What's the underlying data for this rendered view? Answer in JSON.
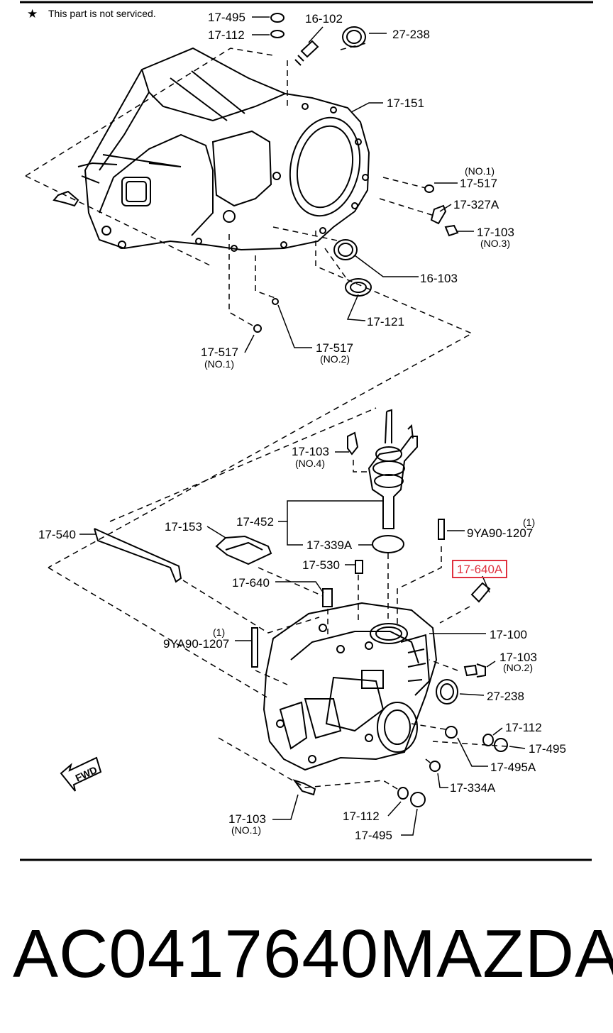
{
  "note": {
    "star": "★",
    "text": "This part is not serviced."
  },
  "callouts": {
    "p17_495_top": "17-495",
    "p17_112_top": "17-112",
    "p16_102": "16-102",
    "p27_238_top": "27-238",
    "p17_151": "17-151",
    "p17_517_no1_right": "17-517",
    "no1_right": "(NO.1)",
    "p17_327a": "17-327A",
    "p17_103_no3": "17-103",
    "no3": "(NO.3)",
    "p16_103": "16-103",
    "p17_121": "17-121",
    "p17_517_no1": "17-517",
    "no1_left": "(NO.1)",
    "p17_517_no2": "17-517",
    "no2": "(NO.2)",
    "p17_103_no4": "17-103",
    "no4": "(NO.4)",
    "p17_540": "17-540",
    "p17_153": "17-153",
    "p17_452": "17-452",
    "p17_339a": "17-339A",
    "p9ya90_right": "9YA90-1207",
    "qty1_right": "(1)",
    "p17_530": "17-530",
    "p17_640": "17-640",
    "p17_640a": "17-640A",
    "p9ya90_left": "9YA90-1207",
    "qty1_left": "(1)",
    "p17_100": "17-100",
    "p17_103_no2": "17-103",
    "no2_right": "(NO.2)",
    "p27_238_bottom": "27-238",
    "p17_112_right": "17-112",
    "p17_495_right": "17-495",
    "p17_495a": "17-495A",
    "p17_334a": "17-334A",
    "p17_103_no1": "17-103",
    "no1_bottom": "(NO.1)",
    "p17_112_bottom": "17-112",
    "p17_495_bottom": "17-495",
    "fwd": "FWD"
  },
  "highlight": {
    "part": "17-640A",
    "color": "#e0313f"
  },
  "caption": {
    "part_number": "AC0417640",
    "brand": "MAZDA"
  }
}
